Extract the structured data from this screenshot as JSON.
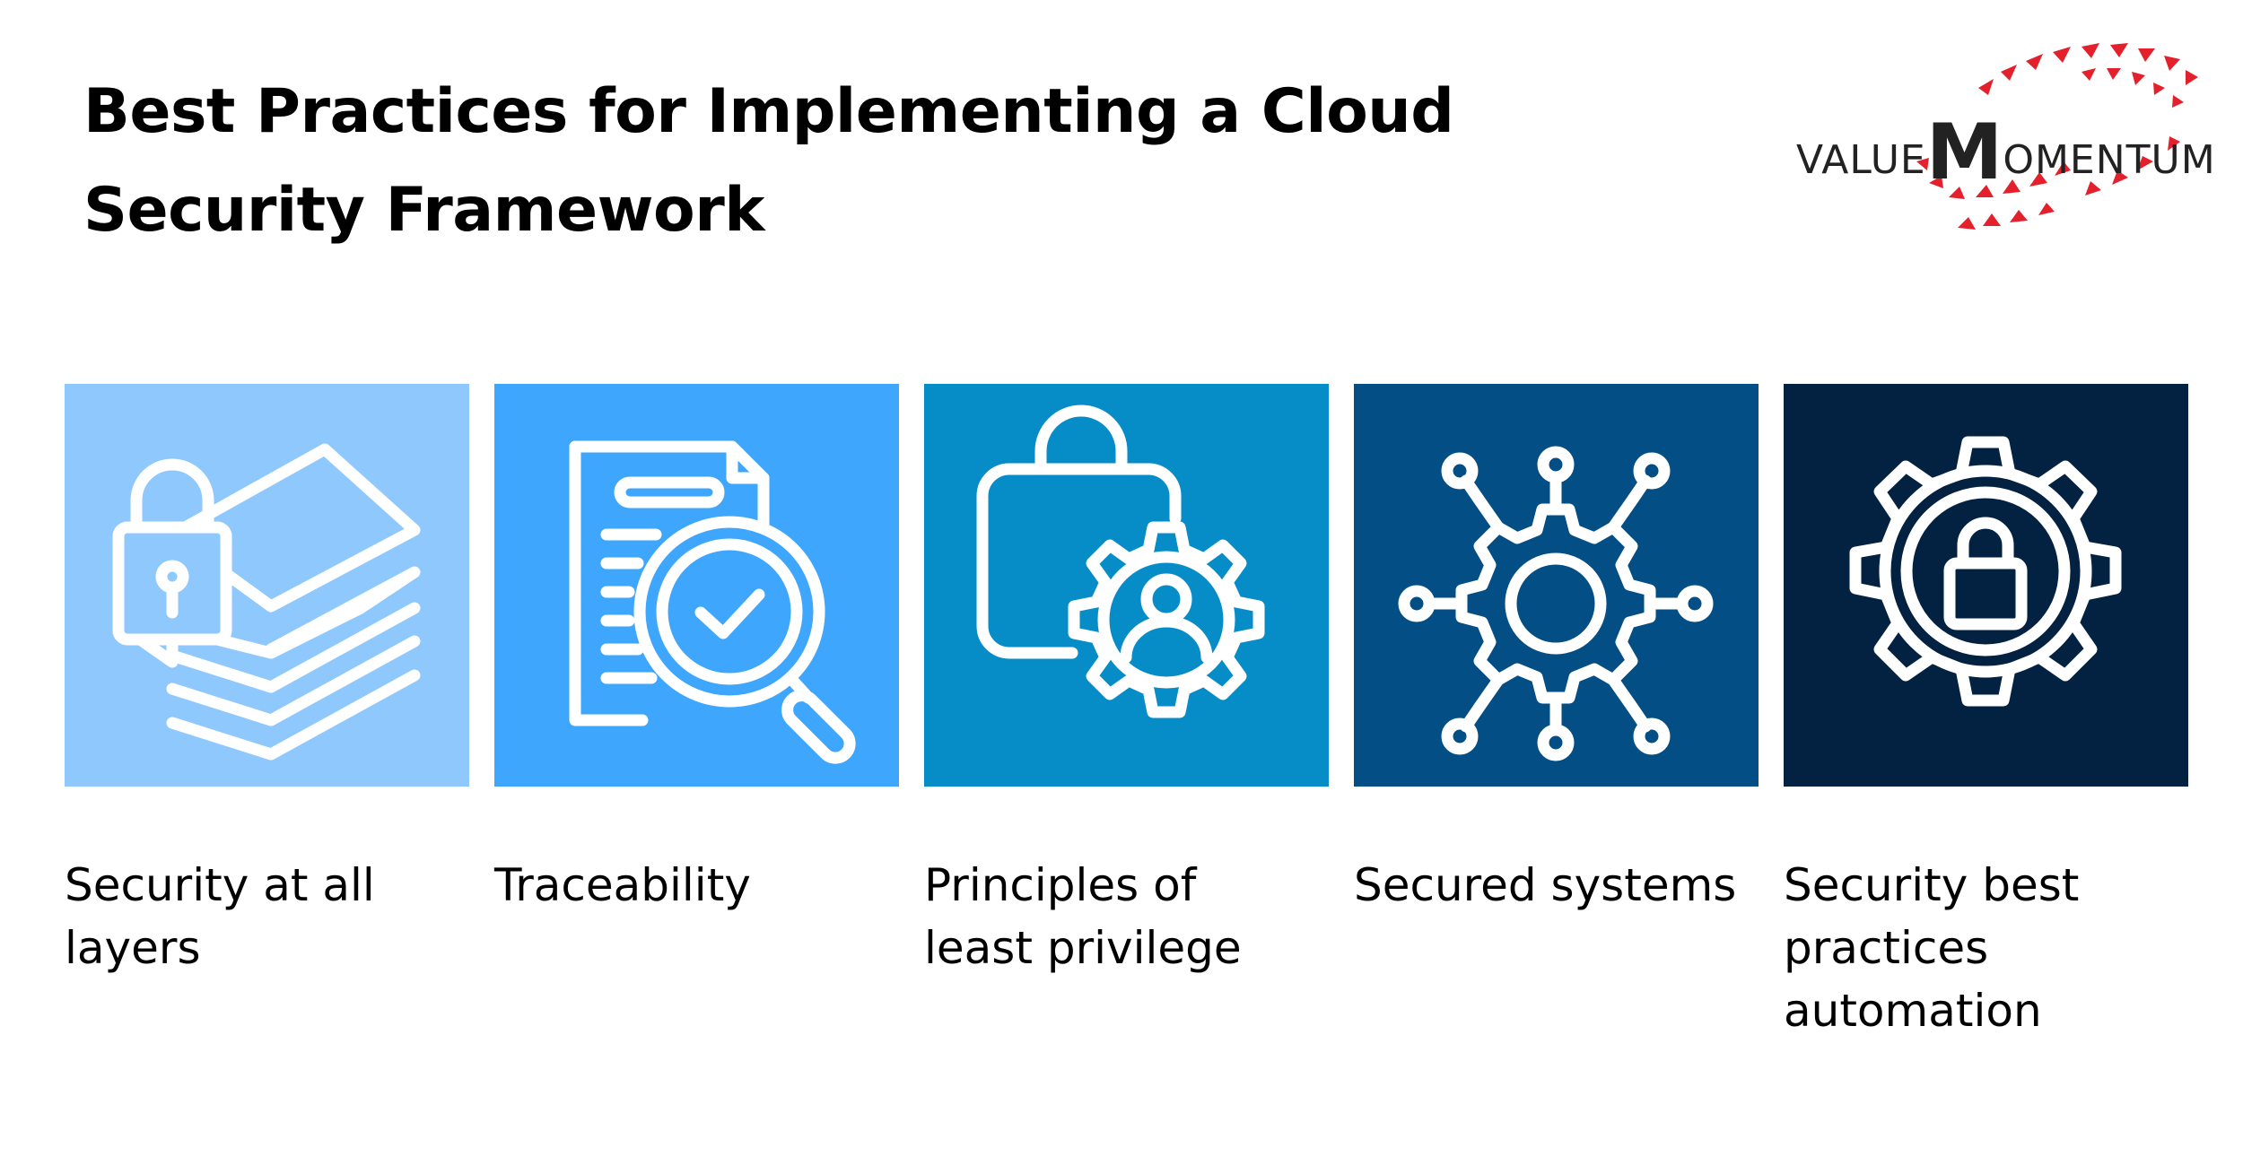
{
  "title": "Best Practices for Implementing a Cloud Security Framework",
  "logo": {
    "prefix": "VALUE",
    "initial": "M",
    "suffix": "OMENTUM",
    "accent_color": "#e3202b"
  },
  "cards": [
    {
      "label": "Security at all layers",
      "icon": "lock-layers-icon",
      "color": "#8ec8fd"
    },
    {
      "label": "Traceability",
      "icon": "document-search-icon",
      "color": "#3ea6fd"
    },
    {
      "label": "Principles of least privilege",
      "icon": "lock-user-gear-icon",
      "color": "#068dc7"
    },
    {
      "label": "Secured systems",
      "icon": "gear-network-icon",
      "color": "#034e85"
    },
    {
      "label": "Security best practices automation",
      "icon": "gear-lock-icon",
      "color": "#032141"
    }
  ]
}
